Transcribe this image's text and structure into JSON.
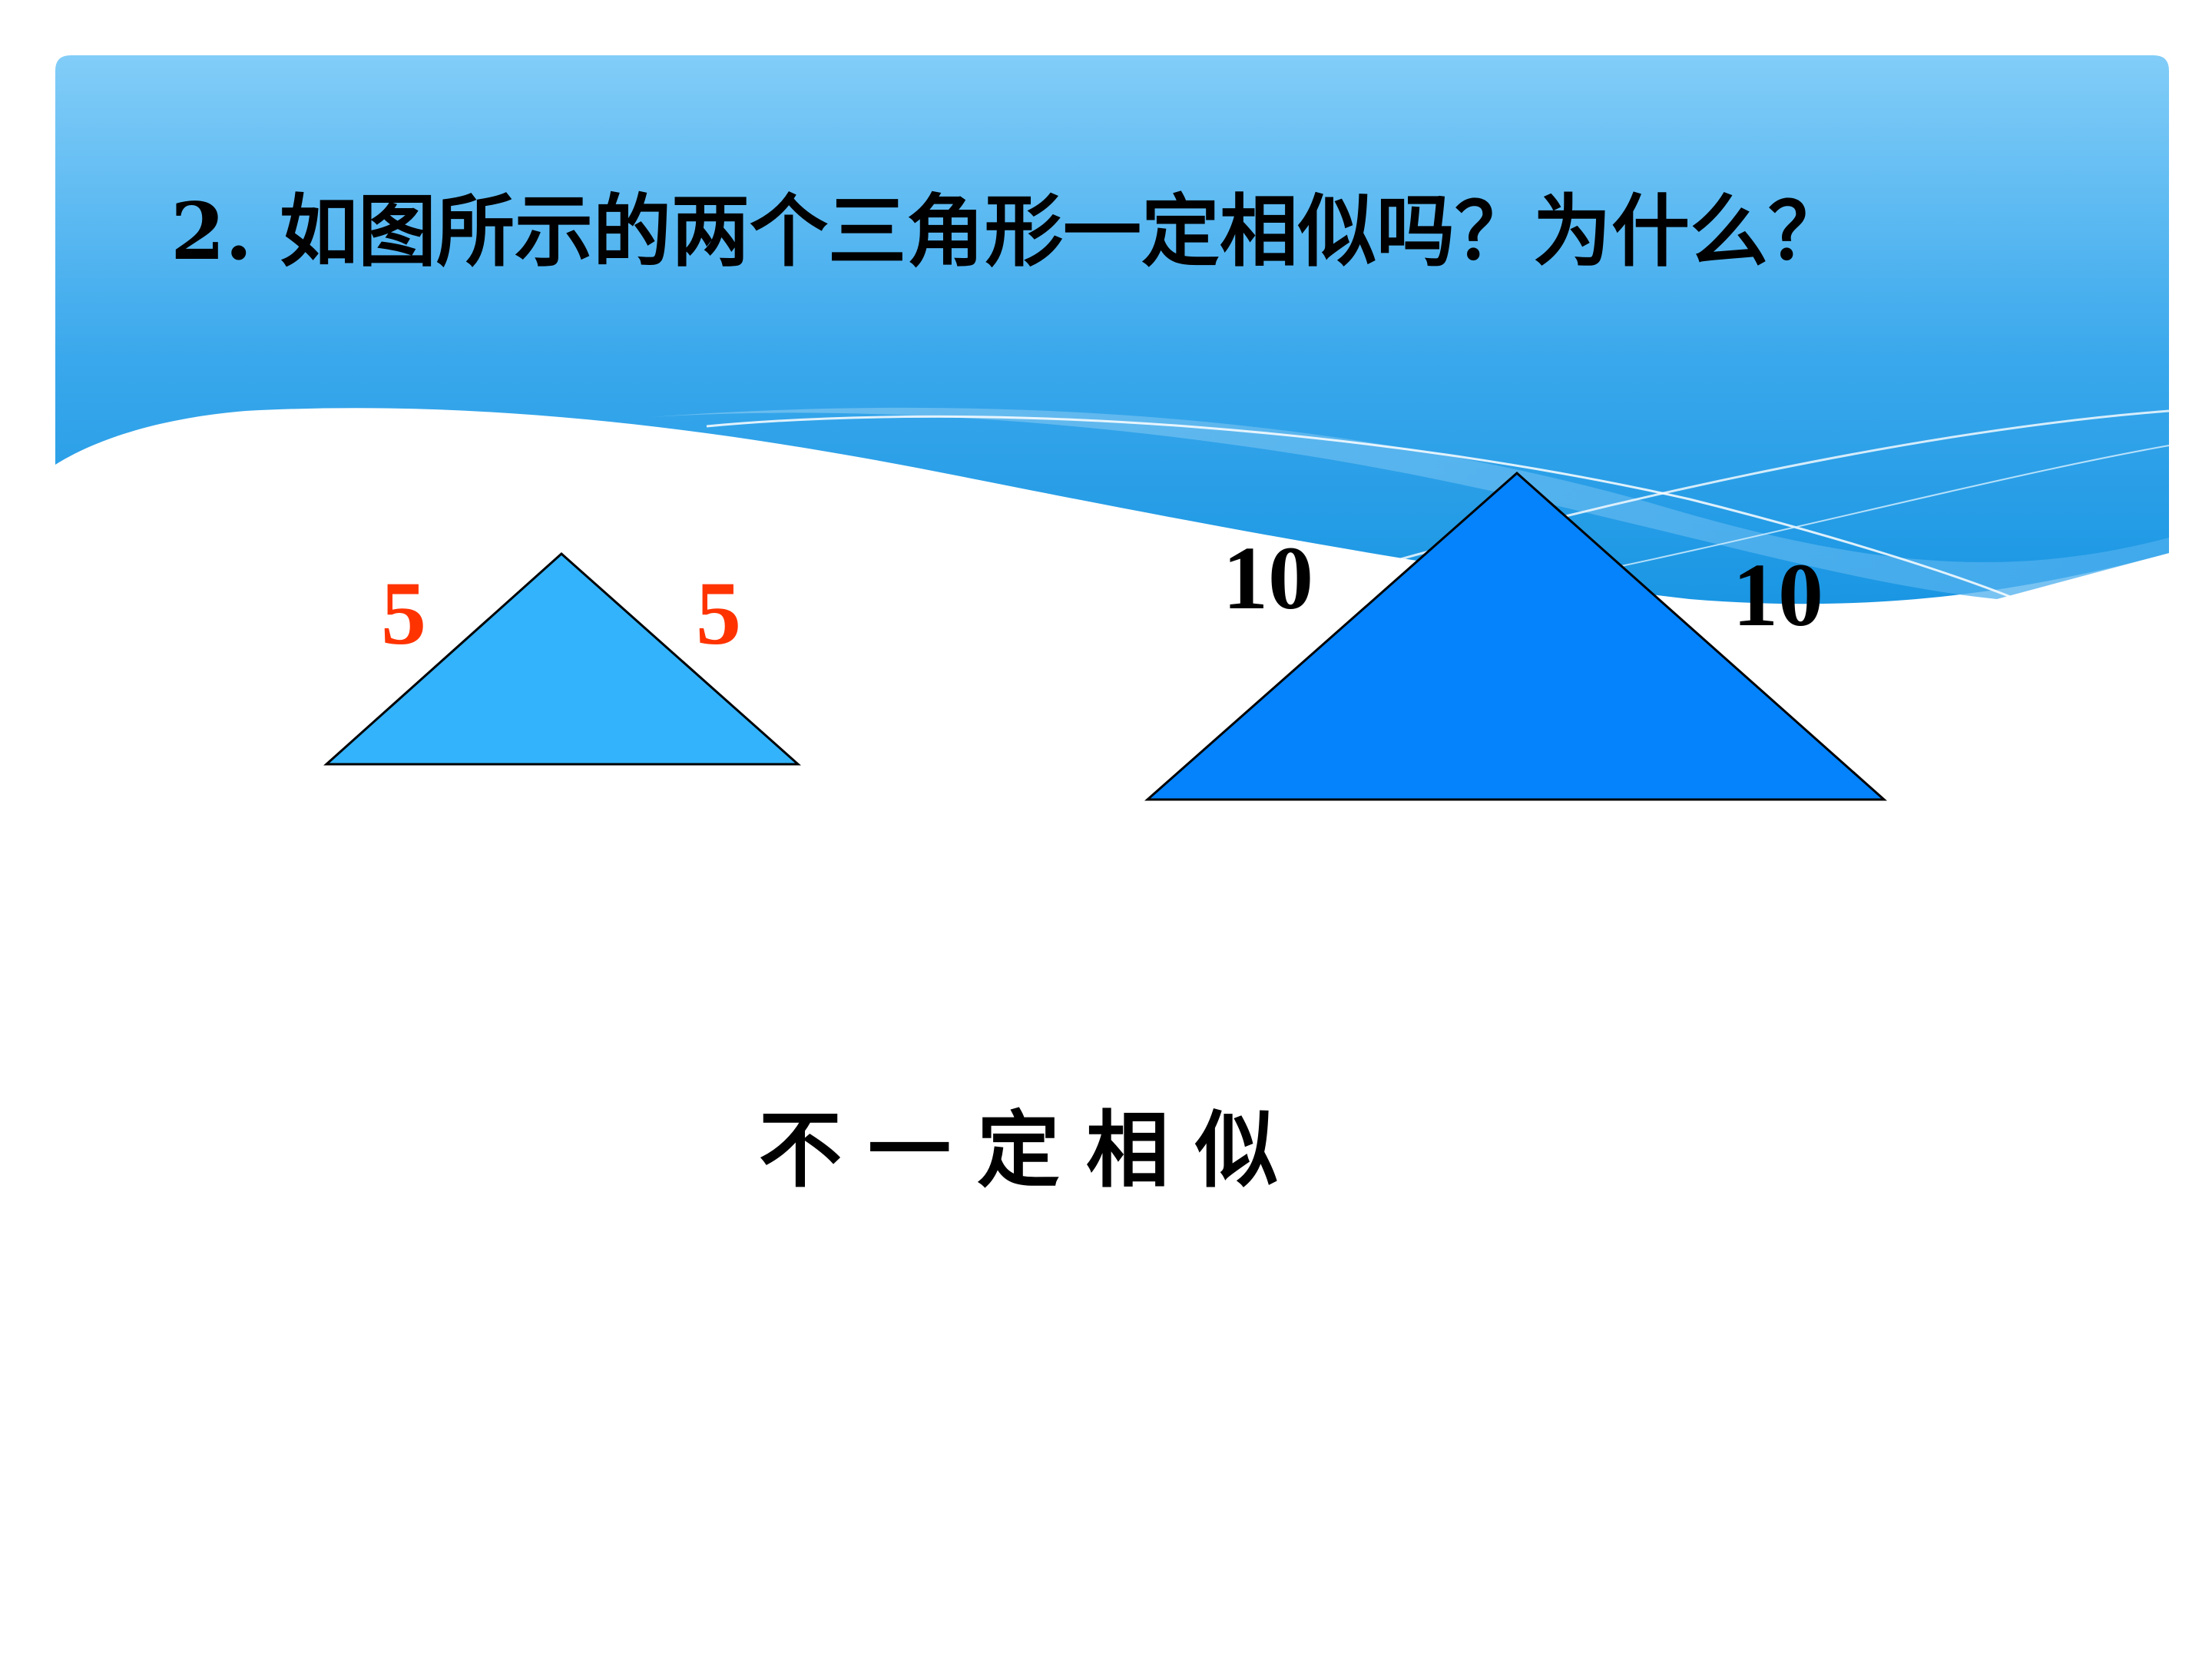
{
  "slide": {
    "question": "2. 如图所示的两个三角形一定相似吗？为什么？",
    "answer": "不一定相似"
  },
  "triangles": {
    "small": {
      "left_side": "5",
      "right_side": "5",
      "fill": "#33b3fb"
    },
    "large": {
      "left_side": "10",
      "right_side": "10",
      "fill": "#0483fc"
    }
  },
  "colors": {
    "header_top": "#82cdf8",
    "header_bottom": "#1a96e3",
    "small_label": "#ff3300",
    "large_label": "#000000"
  }
}
